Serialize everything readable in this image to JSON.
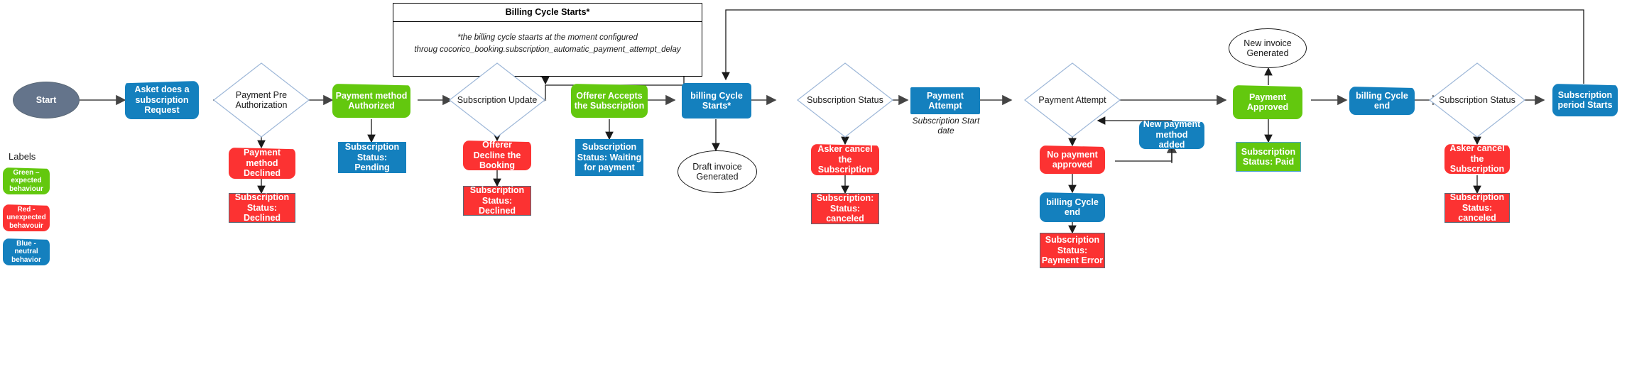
{
  "diagram": {
    "title": "Subscription billing lifecycle flowchart",
    "colors": {
      "green": "#63C80E",
      "red": "#FC3232",
      "blue": "#1480BE",
      "start_grey": "#64748B",
      "diamond_stroke": "#9DB7D8",
      "arrow": "#1a1a1a"
    }
  },
  "legend": {
    "title": "Labels",
    "items": [
      {
        "label": "Green – expected behaviour",
        "color": "#63C80E"
      },
      {
        "label": "Red - unexpected behavouir",
        "color": "#FC3232"
      },
      {
        "label": "Blue - neutral behavior",
        "color": "#1480BE"
      }
    ]
  },
  "note": {
    "title": "Billing Cycle Starts*",
    "line1": "*the billing cycle staarts at the moment configured",
    "line2": "throug cocorico_booking.subscription_automatic_payment_attempt_delay"
  },
  "annotations": {
    "subscription_start_date": "Subscription Start date"
  },
  "nodes": {
    "start": "Start",
    "asker_request": "Asket does a subscription Request",
    "payment_pre_auth": "Payment Pre Authorization",
    "payment_method_declined": "Payment method Declined",
    "sub_status_declined_1": "Subscription Status: Declined",
    "payment_method_authorized": "Payment method Authorized",
    "sub_status_pending": "Subscription Status: Pending",
    "subscription_update": "Subscription Update",
    "offerer_decline": "Offerer Decline the Booking",
    "sub_status_declined_2": "Subscription Status: Declined",
    "offerer_accepts": "Offerer Accepts the Subscription",
    "sub_status_waiting": "Subscription Status: Waiting for payment",
    "billing_cycle_starts": "billing Cycle Starts*",
    "draft_invoice": "Draft invoice Generated",
    "subscription_status_1": "Subscription Status",
    "asker_cancel_1": "Asker cancel the Subscription",
    "sub_status_canceled_1": "Subscription: Status: canceled",
    "payment_attempt_box": "Payment Attempt",
    "payment_attempt_decision": "Payment Attempt",
    "no_payment_approved": "No payment approved",
    "new_payment_method": "New payment method added",
    "billing_cycle_end_mid": "billing Cycle end",
    "sub_status_payment_error": "Subscription Status: Payment Error",
    "payment_approved": "Payment Approved",
    "new_invoice_generated": "New invoice Generated",
    "sub_status_paid": "Subscription Status: Paid",
    "billing_cycle_end_right": "billing Cycle end",
    "subscription_status_2": "Subscription Status",
    "asker_cancel_2": "Asker cancel the Subscription",
    "sub_status_canceled_2": "Subscription Status: canceled",
    "subscription_period_starts": "Subscription period Starts"
  }
}
